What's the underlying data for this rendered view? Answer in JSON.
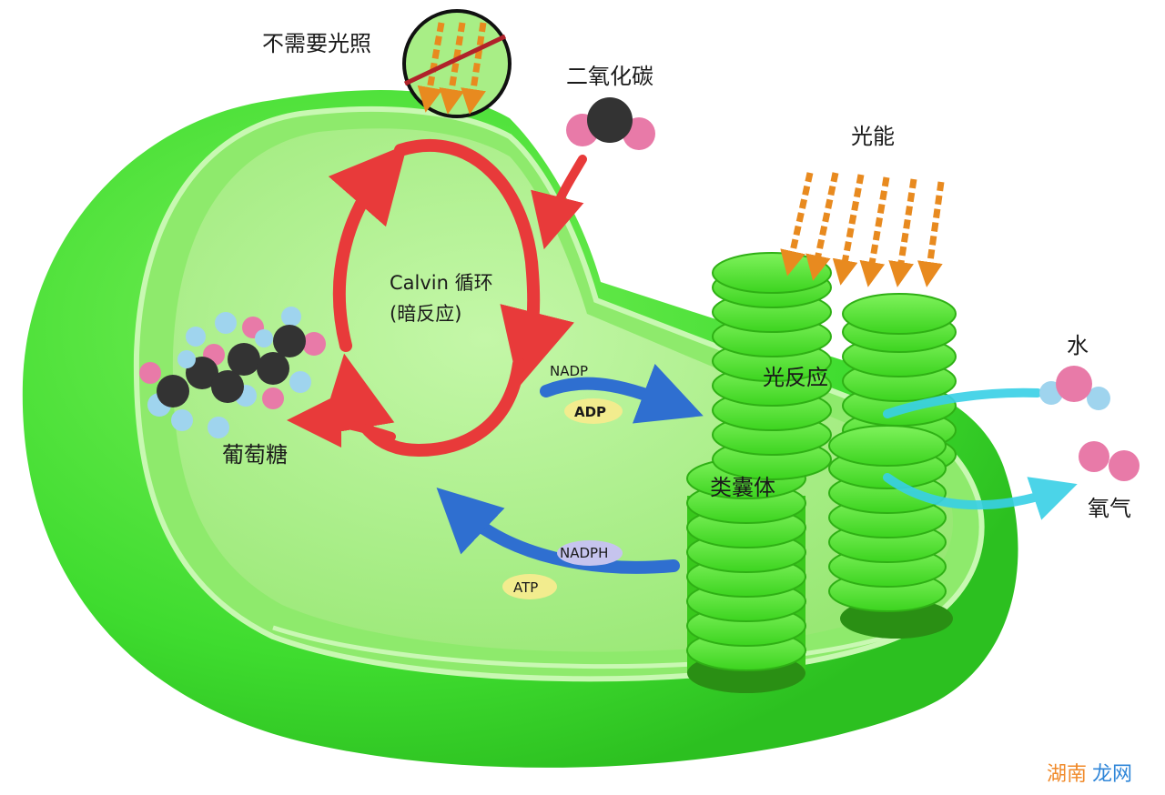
{
  "labels": {
    "no_light": "不需要光照",
    "co2": "二氧化碳",
    "light_energy": "光能",
    "calvin_1": "Calvin 循环",
    "calvin_2": "(暗反应)",
    "glucose": "葡萄糖",
    "nadp": "NADP",
    "adp": "ADP",
    "light_reaction": "光反应",
    "thylakoid": "类囊体",
    "water": "水",
    "oxygen": "氧气",
    "nadph": "NADPH",
    "atp": "ATP"
  },
  "watermark": {
    "part1": "湖南",
    "part2": "龙网"
  },
  "colors": {
    "chloroplast_outer": "#3fdc2f",
    "chloroplast_inner": "#9ff07d",
    "stroma": "#a8ee86",
    "granum": "#4fe32e",
    "calvin_arrow": "#e83a3a",
    "energy_arrow": "#2f6fd0",
    "light_arrow": "#e88a1f",
    "water_arrow": "#38d0e6",
    "carbon_atom": "#333333",
    "oxygen_atom": "#e87aa8",
    "hydrogen_atom": "#9fd4ee"
  },
  "icons": [
    "no-light-icon",
    "co2-molecule-icon",
    "glucose-molecule-icon",
    "water-molecule-icon",
    "oxygen-molecule-icon"
  ]
}
